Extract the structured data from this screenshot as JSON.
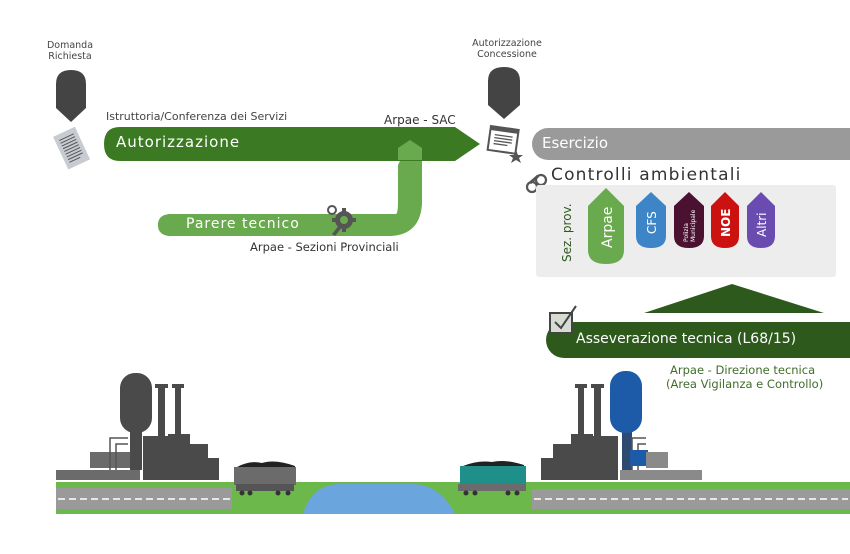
{
  "title": "Arpae authorization and control process diagram",
  "colors": {
    "dark_green": "#3b7a22",
    "light_green": "#6aaa4e",
    "asseverazione_green": "#2d5a1c",
    "grey_pill": "#9a9a9a",
    "pin_dark": "#444444",
    "controls_panel": "#ededed",
    "tag_arpae": "#6aaa4e",
    "tag_cfs": "#3d85c6",
    "tag_polizia": "#4a1230",
    "tag_noe": "#cc1111",
    "tag_altri": "#6a4bb0",
    "water": "#6aa5dd",
    "grass": "#6cb84a",
    "road": "#9a9a9a",
    "factory_grey": "#4a4a4a",
    "factory_blue": "#1d5aa8",
    "wagon_grey": "#6b6b6b",
    "wagon_teal": "#1f8f8a"
  },
  "start": {
    "label_line1": "Domanda",
    "label_line2": "Richiesta",
    "pin_icon": "map-pin-icon",
    "doc_icon": "document-icon"
  },
  "authorization": {
    "caption": "Istruttoria/Conferenza dei Servizi",
    "label": "Autorizzazione",
    "actor": "Arpae - SAC"
  },
  "technical_opinion": {
    "label": "Parere tecnico",
    "actor": "Arpae - Sezioni Provinciali",
    "icon": "gears-icon"
  },
  "concession": {
    "label_line1": "Autorizzazione",
    "label_line2": "Concessione",
    "pin_icon": "map-pin-icon",
    "certificate_icon": "certificate-icon"
  },
  "operation": {
    "label": "Esercizio"
  },
  "controls": {
    "title": "Controlli ambientali",
    "icon": "binoculars-icon",
    "side_label": "Sez. prov.",
    "tags": [
      {
        "label": "Arpae"
      },
      {
        "label": "CFS"
      },
      {
        "label_line1": "Polizia",
        "label_line2": "Municipale"
      },
      {
        "label": "NOE"
      },
      {
        "label": "Altri"
      }
    ]
  },
  "asseverazione": {
    "label": "Asseverazione tecnica (L68/15)",
    "icon": "checkbox-icon",
    "actor_line1": "Arpae  - Direzione tecnica",
    "actor_line2": "(Area Vigilanza e Controllo)"
  },
  "scene": {
    "left_factory": "factory-icon",
    "right_factory": "factory-icon",
    "left_wagon": "coal-wagon-icon",
    "right_wagon": "coal-wagon-icon",
    "river": "river-icon"
  }
}
